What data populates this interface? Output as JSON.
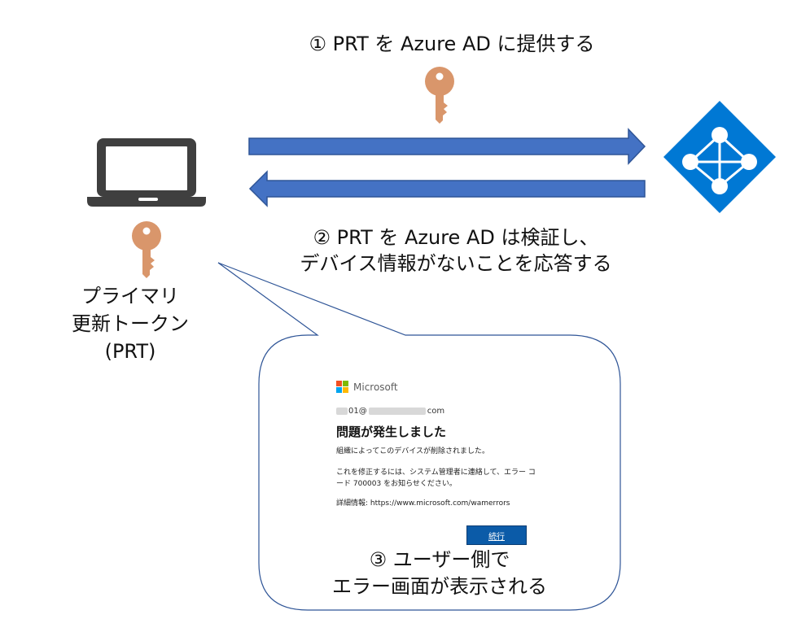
{
  "steps": {
    "step1": "① PRT を Azure AD に提供する",
    "step2_line1": "② PRT を Azure AD は検証し、",
    "step2_line2": "デバイス情報がないことを応答する",
    "step3_line1": "③ ユーザー側で",
    "step3_line2": "エラー画面が表示される"
  },
  "device": {
    "label_line1": "プライマリ",
    "label_line2": "更新トークン",
    "label_line3": "(PRT)",
    "icon": "laptop-icon"
  },
  "icons": {
    "key": "key-icon",
    "azure_ad": "azure-ad-icon"
  },
  "dialog": {
    "brand": "Microsoft",
    "account_prefix": "01@",
    "account_suffix": "com",
    "title": "問題が発生しました",
    "message1": "組織によってこのデバイスが削除されました。",
    "message2": "これを修正するには、システム管理者に連絡して、エラー コード 700003 をお知らせください。",
    "details": "詳細情報: https://www.microsoft.com/wamerrors",
    "button": "続行"
  },
  "colors": {
    "arrow": "#4472c4",
    "arrow_border": "#2f5597",
    "key": "#d9966b",
    "laptop": "#3f3f3f",
    "azure": "#0078d4",
    "callout_border": "#2f5597"
  }
}
